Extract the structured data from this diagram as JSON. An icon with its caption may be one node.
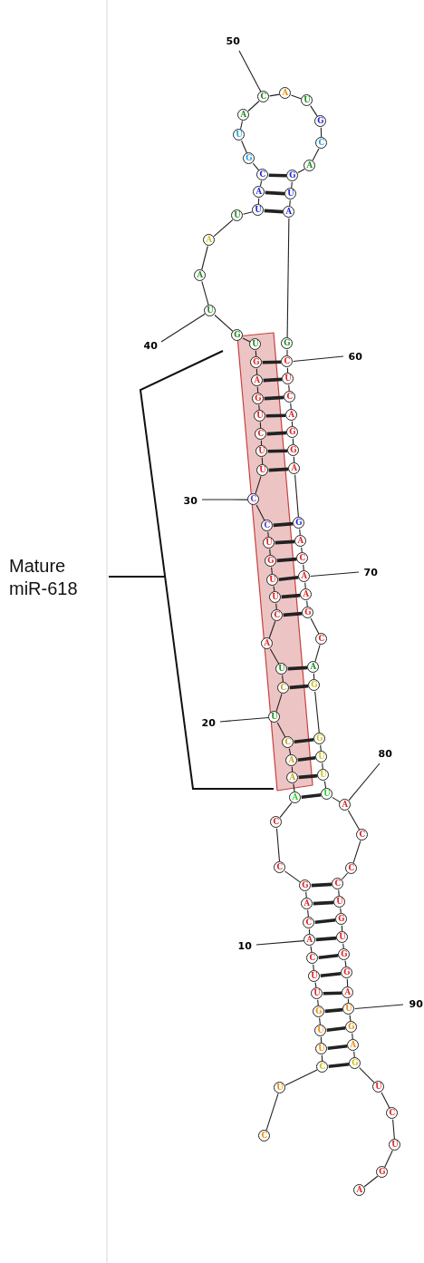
{
  "diagram": {
    "nodes": [
      {
        "text": [
          "C"
        ]
      },
      {
        "text": [
          "U"
        ]
      },
      {
        "text": [
          "C"
        ]
      },
      {
        "text": [
          "U"
        ]
      },
      {
        "text": [
          "U"
        ]
      },
      {
        "text": [
          "G"
        ]
      },
      {
        "text": [
          "U"
        ]
      },
      {
        "text": [
          "U"
        ]
      },
      {
        "text": [
          "C"
        ]
      },
      {
        "text": [
          "A"
        ]
      },
      {
        "text": [
          "C"
        ]
      },
      {
        "text": [
          "A"
        ]
      },
      {
        "text": [
          "G"
        ]
      },
      {
        "text": [
          "C"
        ]
      },
      {
        "text": [
          "C"
        ]
      },
      {
        "text": [
          "A"
        ]
      },
      {
        "text": [
          "A"
        ]
      },
      {
        "text": [
          "A"
        ]
      },
      {
        "text": [
          "C"
        ]
      },
      {
        "text": [
          "U"
        ]
      },
      {
        "text": [
          "C"
        ]
      },
      {
        "text": [
          "U"
        ]
      },
      {
        "text": [
          "A"
        ]
      },
      {
        "text": [
          "C"
        ]
      },
      {
        "text": [
          "U"
        ]
      },
      {
        "text": [
          "U"
        ]
      },
      {
        "text": [
          "G"
        ]
      },
      {
        "text": [
          "U"
        ]
      },
      {
        "text": [
          "C"
        ]
      },
      {
        "text": [
          "C"
        ]
      },
      {
        "text": [
          "U"
        ]
      },
      {
        "text": [
          "U"
        ]
      },
      {
        "text": [
          "C"
        ]
      },
      {
        "text": [
          "U"
        ]
      },
      {
        "text": [
          "G"
        ]
      },
      {
        "text": [
          "A"
        ]
      },
      {
        "text": [
          "G"
        ]
      },
      {
        "text": [
          "U"
        ]
      },
      {
        "text": [
          "G"
        ]
      },
      {
        "text": [
          "U"
        ]
      },
      {
        "text": [
          "A"
        ]
      },
      {
        "text": [
          "A"
        ]
      },
      {
        "text": [
          "U"
        ]
      },
      {
        "text": [
          "U"
        ]
      },
      {
        "text": [
          "A"
        ]
      },
      {
        "text": [
          "C"
        ]
      },
      {
        "text": [
          "G"
        ]
      },
      {
        "text": [
          "U"
        ]
      },
      {
        "text": [
          "A"
        ]
      },
      {
        "text": [
          "C"
        ]
      },
      {
        "text": [
          "A"
        ]
      },
      {
        "text": [
          "U"
        ]
      },
      {
        "text": [
          "G"
        ]
      },
      {
        "text": [
          "C"
        ]
      },
      {
        "text": [
          "A"
        ]
      },
      {
        "text": [
          "G"
        ]
      },
      {
        "text": [
          "U"
        ]
      },
      {
        "text": [
          "A"
        ]
      },
      {
        "text": [
          "G"
        ]
      },
      {
        "text": [
          "C"
        ]
      },
      {
        "text": [
          "U"
        ]
      },
      {
        "text": [
          "C"
        ]
      },
      {
        "text": [
          "A"
        ]
      },
      {
        "text": [
          "G"
        ]
      },
      {
        "text": [
          "G"
        ]
      },
      {
        "text": [
          "A"
        ]
      },
      {
        "text": [
          "G"
        ]
      },
      {
        "text": [
          "A"
        ]
      },
      {
        "text": [
          "C"
        ]
      },
      {
        "text": [
          "A"
        ]
      },
      {
        "text": [
          "A"
        ]
      },
      {
        "text": [
          "G"
        ]
      },
      {
        "text": [
          "C"
        ]
      },
      {
        "text": [
          "A"
        ]
      },
      {
        "text": [
          "G"
        ]
      },
      {
        "text": [
          "G"
        ]
      },
      {
        "text": [
          "U"
        ]
      },
      {
        "text": [
          "U"
        ]
      },
      {
        "text": [
          "U"
        ]
      },
      {
        "text": [
          "A"
        ]
      },
      {
        "text": [
          "C"
        ]
      },
      {
        "text": [
          "C"
        ]
      },
      {
        "text": [
          "C"
        ]
      },
      {
        "text": [
          "U"
        ]
      },
      {
        "text": [
          "G"
        ]
      },
      {
        "text": [
          "U"
        ]
      },
      {
        "text": [
          "G"
        ]
      },
      {
        "text": [
          "G"
        ]
      },
      {
        "text": [
          "A"
        ]
      },
      {
        "text": [
          "U"
        ]
      },
      {
        "text": [
          "G"
        ]
      },
      {
        "text": [
          "A"
        ]
      },
      {
        "text": [
          "G"
        ]
      },
      {
        "text": [
          "U"
        ]
      },
      {
        "text": [
          "C"
        ]
      },
      {
        "text": [
          "U"
        ]
      },
      {
        "text": [
          "G"
        ]
      },
      {
        "text": [
          "A"
        ]
      },
      {
        "text": [
          "50"
        ]
      },
      {
        "text": [
          "40"
        ]
      },
      {
        "text": [
          "60"
        ]
      },
      {
        "text": [
          "30"
        ]
      },
      {
        "text": [
          "70"
        ]
      },
      {
        "text": [
          "20"
        ]
      },
      {
        "text": [
          "80"
        ]
      },
      {
        "text": [
          "10"
        ]
      },
      {
        "text": [
          "90"
        ]
      }
    ],
    "edges": [
      {
        "from": 0,
        "to": 1,
        "arrow": "none"
      },
      {
        "from": 1,
        "to": 2,
        "arrow": "none"
      },
      {
        "from": 2,
        "to": 3,
        "arrow": "none"
      },
      {
        "from": 3,
        "to": 4,
        "arrow": "none"
      },
      {
        "from": 4,
        "to": 5,
        "arrow": "none"
      },
      {
        "from": 5,
        "to": 6,
        "arrow": "none"
      },
      {
        "from": 6,
        "to": 7,
        "arrow": "none"
      },
      {
        "from": 7,
        "to": 8,
        "arrow": "none"
      },
      {
        "from": 8,
        "to": 9,
        "arrow": "none"
      },
      {
        "from": 9,
        "to": 10,
        "arrow": "none"
      },
      {
        "from": 10,
        "to": 11,
        "arrow": "none"
      },
      {
        "from": 11,
        "to": 12,
        "arrow": "none"
      },
      {
        "from": 12,
        "to": 13,
        "arrow": "none"
      },
      {
        "from": 13,
        "to": 14,
        "arrow": "none"
      },
      {
        "from": 14,
        "to": 15,
        "arrow": "none"
      },
      {
        "from": 15,
        "to": 16,
        "arrow": "none"
      },
      {
        "from": 16,
        "to": 17,
        "arrow": "none"
      },
      {
        "from": 17,
        "to": 18,
        "arrow": "none"
      },
      {
        "from": 18,
        "to": 19,
        "arrow": "none"
      },
      {
        "from": 19,
        "to": 20,
        "arrow": "none"
      },
      {
        "from": 20,
        "to": 21,
        "arrow": "none"
      },
      {
        "from": 21,
        "to": 22,
        "arrow": "none"
      },
      {
        "from": 22,
        "to": 23,
        "arrow": "none"
      },
      {
        "from": 23,
        "to": 24,
        "arrow": "none"
      },
      {
        "from": 24,
        "to": 25,
        "arrow": "none"
      },
      {
        "from": 25,
        "to": 26,
        "arrow": "none"
      },
      {
        "from": 26,
        "to": 27,
        "arrow": "none"
      },
      {
        "from": 27,
        "to": 28,
        "arrow": "none"
      },
      {
        "from": 28,
        "to": 29,
        "arrow": "none"
      },
      {
        "from": 29,
        "to": 30,
        "arrow": "none"
      },
      {
        "from": 30,
        "to": 31,
        "arrow": "none"
      },
      {
        "from": 31,
        "to": 32,
        "arrow": "none"
      },
      {
        "from": 32,
        "to": 33,
        "arrow": "none"
      },
      {
        "from": 33,
        "to": 34,
        "arrow": "none"
      },
      {
        "from": 34,
        "to": 35,
        "arrow": "none"
      },
      {
        "from": 35,
        "to": 36,
        "arrow": "none"
      },
      {
        "from": 36,
        "to": 37,
        "arrow": "none"
      },
      {
        "from": 37,
        "to": 38,
        "arrow": "none"
      },
      {
        "from": 38,
        "to": 39,
        "arrow": "none"
      },
      {
        "from": 39,
        "to": 40,
        "arrow": "none"
      },
      {
        "from": 40,
        "to": 41,
        "arrow": "none"
      },
      {
        "from": 41,
        "to": 42,
        "arrow": "none"
      },
      {
        "from": 42,
        "to": 43,
        "arrow": "none"
      },
      {
        "from": 43,
        "to": 44,
        "arrow": "none"
      },
      {
        "from": 44,
        "to": 45,
        "arrow": "none"
      },
      {
        "from": 45,
        "to": 46,
        "arrow": "none"
      },
      {
        "from": 46,
        "to": 47,
        "arrow": "none"
      },
      {
        "from": 47,
        "to": 48,
        "arrow": "none"
      },
      {
        "from": 48,
        "to": 49,
        "arrow": "none"
      },
      {
        "from": 49,
        "to": 50,
        "arrow": "none"
      },
      {
        "from": 50,
        "to": 51,
        "arrow": "none"
      },
      {
        "from": 51,
        "to": 52,
        "arrow": "none"
      },
      {
        "from": 52,
        "to": 53,
        "arrow": "none"
      },
      {
        "from": 53,
        "to": 54,
        "arrow": "none"
      },
      {
        "from": 54,
        "to": 55,
        "arrow": "none"
      },
      {
        "from": 55,
        "to": 56,
        "arrow": "none"
      },
      {
        "from": 56,
        "to": 57,
        "arrow": "none"
      },
      {
        "from": 57,
        "to": 58,
        "arrow": "none"
      },
      {
        "from": 58,
        "to": 59,
        "arrow": "none"
      },
      {
        "from": 59,
        "to": 60,
        "arrow": "none"
      },
      {
        "from": 60,
        "to": 61,
        "arrow": "none"
      },
      {
        "from": 61,
        "to": 62,
        "arrow": "none"
      },
      {
        "from": 62,
        "to": 63,
        "arrow": "none"
      },
      {
        "from": 63,
        "to": 64,
        "arrow": "none"
      },
      {
        "from": 64,
        "to": 65,
        "arrow": "none"
      },
      {
        "from": 65,
        "to": 66,
        "arrow": "none"
      },
      {
        "from": 66,
        "to": 67,
        "arrow": "none"
      },
      {
        "from": 67,
        "to": 68,
        "arrow": "none"
      },
      {
        "from": 68,
        "to": 69,
        "arrow": "none"
      },
      {
        "from": 69,
        "to": 70,
        "arrow": "none"
      },
      {
        "from": 70,
        "to": 71,
        "arrow": "none"
      },
      {
        "from": 71,
        "to": 72,
        "arrow": "none"
      },
      {
        "from": 72,
        "to": 73,
        "arrow": "none"
      },
      {
        "from": 73,
        "to": 74,
        "arrow": "none"
      },
      {
        "from": 74,
        "to": 75,
        "arrow": "none"
      },
      {
        "from": 75,
        "to": 76,
        "arrow": "none"
      },
      {
        "from": 76,
        "to": 77,
        "arrow": "none"
      },
      {
        "from": 77,
        "to": 78,
        "arrow": "none"
      },
      {
        "from": 78,
        "to": 79,
        "arrow": "none"
      },
      {
        "from": 79,
        "to": 80,
        "arrow": "none"
      },
      {
        "from": 80,
        "to": 81,
        "arrow": "none"
      },
      {
        "from": 81,
        "to": 82,
        "arrow": "none"
      },
      {
        "from": 82,
        "to": 83,
        "arrow": "none"
      },
      {
        "from": 83,
        "to": 84,
        "arrow": "none"
      },
      {
        "from": 84,
        "to": 85,
        "arrow": "none"
      },
      {
        "from": 85,
        "to": 86,
        "arrow": "none"
      },
      {
        "from": 86,
        "to": 87,
        "arrow": "none"
      },
      {
        "from": 87,
        "to": 88,
        "arrow": "none"
      },
      {
        "from": 88,
        "to": 89,
        "arrow": "none"
      },
      {
        "from": 89,
        "to": 90,
        "arrow": "none"
      },
      {
        "from": 90,
        "to": 91,
        "arrow": "none"
      },
      {
        "from": 91,
        "to": 92,
        "arrow": "none"
      },
      {
        "from": 92,
        "to": 93,
        "arrow": "none"
      },
      {
        "from": 93,
        "to": 94,
        "arrow": "none"
      },
      {
        "from": 94,
        "to": 95,
        "arrow": "none"
      },
      {
        "from": 95,
        "to": 96,
        "arrow": "none"
      },
      {
        "from": 96,
        "to": 97,
        "arrow": "none"
      },
      {
        "from": 2,
        "to": 92,
        "arrow": "none",
        "style": "thick"
      },
      {
        "from": 3,
        "to": 91,
        "arrow": "none",
        "style": "thick"
      },
      {
        "from": 4,
        "to": 90,
        "arrow": "none",
        "style": "thick"
      },
      {
        "from": 5,
        "to": 89,
        "arrow": "none",
        "style": "thick"
      },
      {
        "from": 6,
        "to": 88,
        "arrow": "none",
        "style": "thick"
      },
      {
        "from": 7,
        "to": 87,
        "arrow": "none",
        "style": "thick"
      },
      {
        "from": 8,
        "to": 86,
        "arrow": "none",
        "style": "thick"
      },
      {
        "from": 9,
        "to": 85,
        "arrow": "none",
        "style": "thick"
      },
      {
        "from": 10,
        "to": 84,
        "arrow": "none",
        "style": "thick"
      },
      {
        "from": 11,
        "to": 83,
        "arrow": "none",
        "style": "thick"
      },
      {
        "from": 12,
        "to": 82,
        "arrow": "none",
        "style": "thick"
      },
      {
        "from": 15,
        "to": 78,
        "arrow": "none",
        "style": "thick"
      },
      {
        "from": 16,
        "to": 77,
        "arrow": "none",
        "style": "thick"
      },
      {
        "from": 17,
        "to": 76,
        "arrow": "none",
        "style": "thick"
      },
      {
        "from": 18,
        "to": 75,
        "arrow": "none",
        "style": "thick"
      },
      {
        "from": 20,
        "to": 74,
        "arrow": "none",
        "style": "thick"
      },
      {
        "from": 21,
        "to": 73,
        "arrow": "none",
        "style": "thick"
      },
      {
        "from": 23,
        "to": 71,
        "arrow": "none",
        "style": "thick"
      },
      {
        "from": 24,
        "to": 70,
        "arrow": "none",
        "style": "thick"
      },
      {
        "from": 25,
        "to": 69,
        "arrow": "none",
        "style": "thick"
      },
      {
        "from": 26,
        "to": 68,
        "arrow": "none",
        "style": "thick"
      },
      {
        "from": 27,
        "to": 67,
        "arrow": "none",
        "style": "thick"
      },
      {
        "from": 28,
        "to": 66,
        "arrow": "none",
        "style": "thick"
      },
      {
        "from": 30,
        "to": 65,
        "arrow": "none",
        "style": "thick"
      },
      {
        "from": 31,
        "to": 64,
        "arrow": "none",
        "style": "thick"
      },
      {
        "from": 32,
        "to": 63,
        "arrow": "none",
        "style": "thick"
      },
      {
        "from": 33,
        "to": 62,
        "arrow": "none",
        "style": "thick"
      },
      {
        "from": 34,
        "to": 61,
        "arrow": "none",
        "style": "thick"
      },
      {
        "from": 35,
        "to": 60,
        "arrow": "none",
        "style": "thick"
      },
      {
        "from": 36,
        "to": 59,
        "arrow": "none",
        "style": "thick"
      },
      {
        "from": 43,
        "to": 57,
        "arrow": "none",
        "style": "thick"
      },
      {
        "from": 44,
        "to": 56,
        "arrow": "none",
        "style": "thick"
      },
      {
        "from": 45,
        "to": 55,
        "arrow": "none",
        "style": "thick"
      },
      {
        "from": 98,
        "to": 49,
        "arrow": "none"
      },
      {
        "from": 99,
        "to": 39,
        "arrow": "none"
      },
      {
        "from": 100,
        "to": 59,
        "arrow": "none"
      },
      {
        "from": 101,
        "to": 29,
        "arrow": "none"
      },
      {
        "from": 102,
        "to": 69,
        "arrow": "none"
      },
      {
        "from": 103,
        "to": 19,
        "arrow": "none"
      },
      {
        "from": 104,
        "to": 79,
        "arrow": "none"
      },
      {
        "from": 105,
        "to": 9,
        "arrow": "none"
      },
      {
        "from": 106,
        "to": 89,
        "arrow": "none"
      }
    ],
    "labels": [
      "Mature miR-618"
    ]
  }
}
